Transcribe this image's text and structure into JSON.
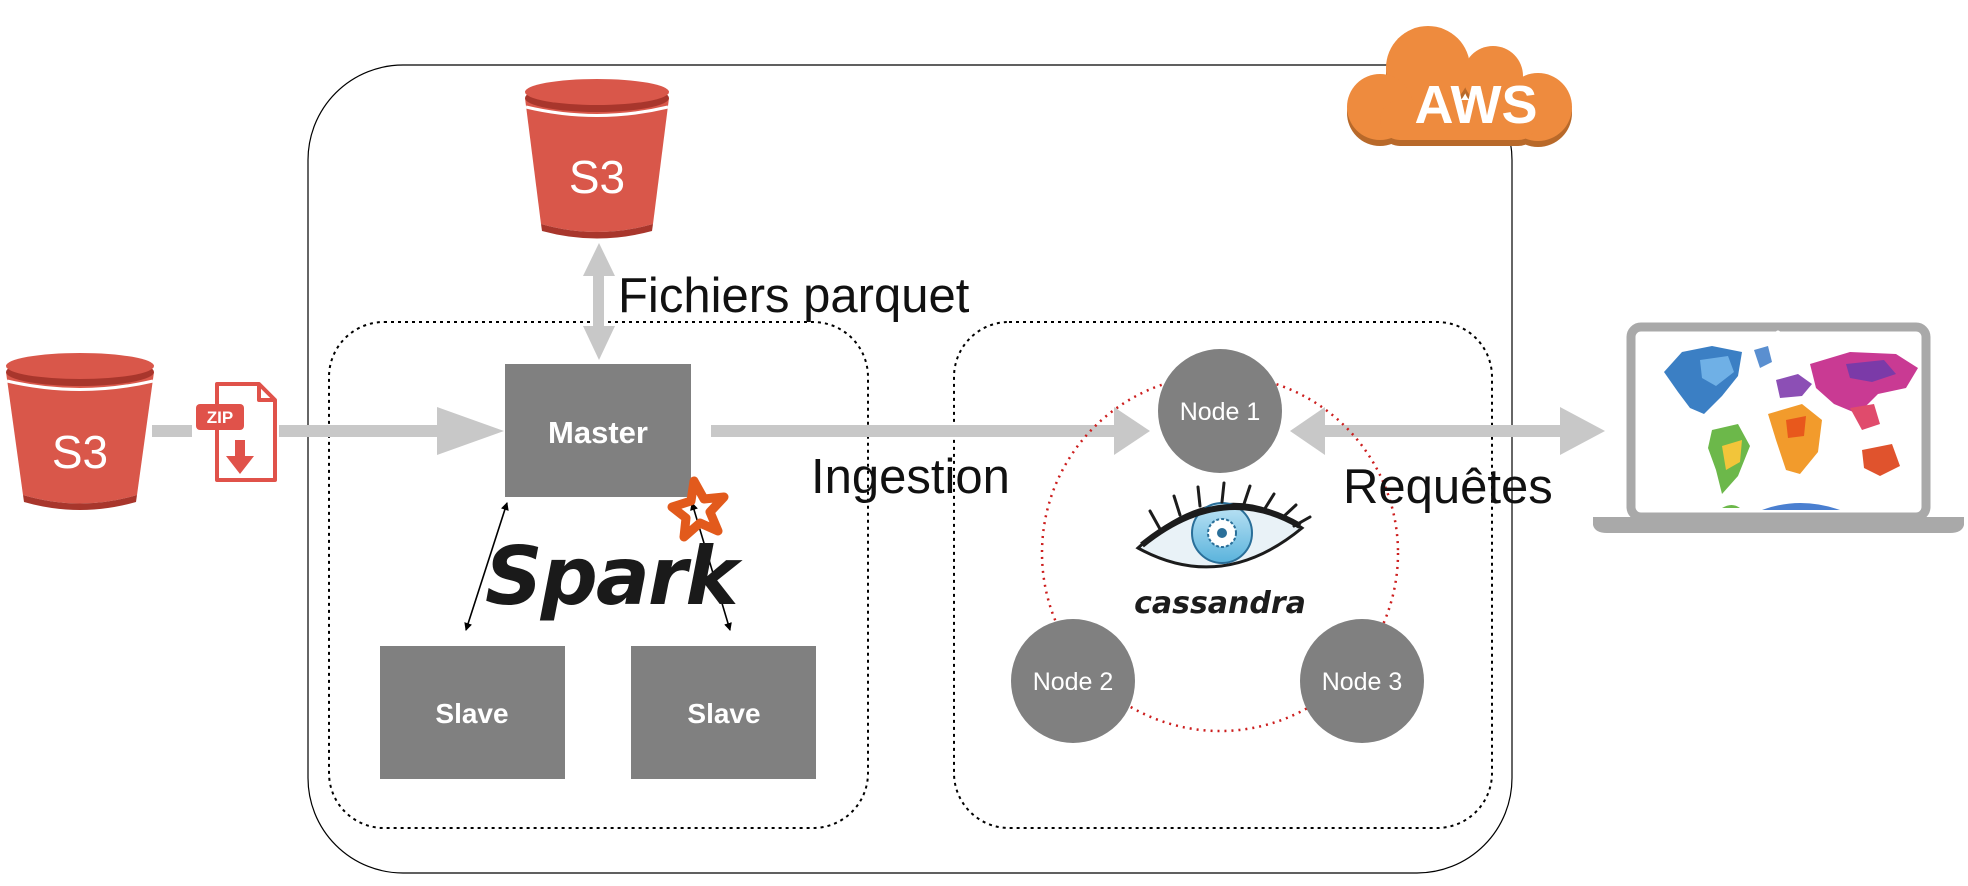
{
  "diagram": {
    "s3_left": "S3",
    "s3_top": "S3",
    "zip_label": "ZIP",
    "aws_label": "AWS",
    "flow_labels": {
      "parquet": "Fichiers parquet",
      "ingestion": "Ingestion",
      "requests": "Requêtes"
    },
    "spark": {
      "logo_text": "Spark",
      "master": "Master",
      "slave_left": "Slave",
      "slave_right": "Slave"
    },
    "cassandra": {
      "logo_text": "cassandra",
      "node1": "Node 1",
      "node2": "Node 2",
      "node3": "Node 3"
    }
  },
  "colors": {
    "s3_red": "#D9574A",
    "s3_dark": "#A8362C",
    "aws_orange": "#EE8B3E",
    "box_gray": "#808080",
    "arrow_gray": "#C8C8C8",
    "ring_red": "#CC1E1E",
    "spark_orange": "#E25A1C"
  },
  "icons": [
    "s3-bucket-icon",
    "zip-file-icon",
    "aws-cloud-icon",
    "spark-logo",
    "cassandra-logo",
    "laptop-world-map-icon"
  ]
}
